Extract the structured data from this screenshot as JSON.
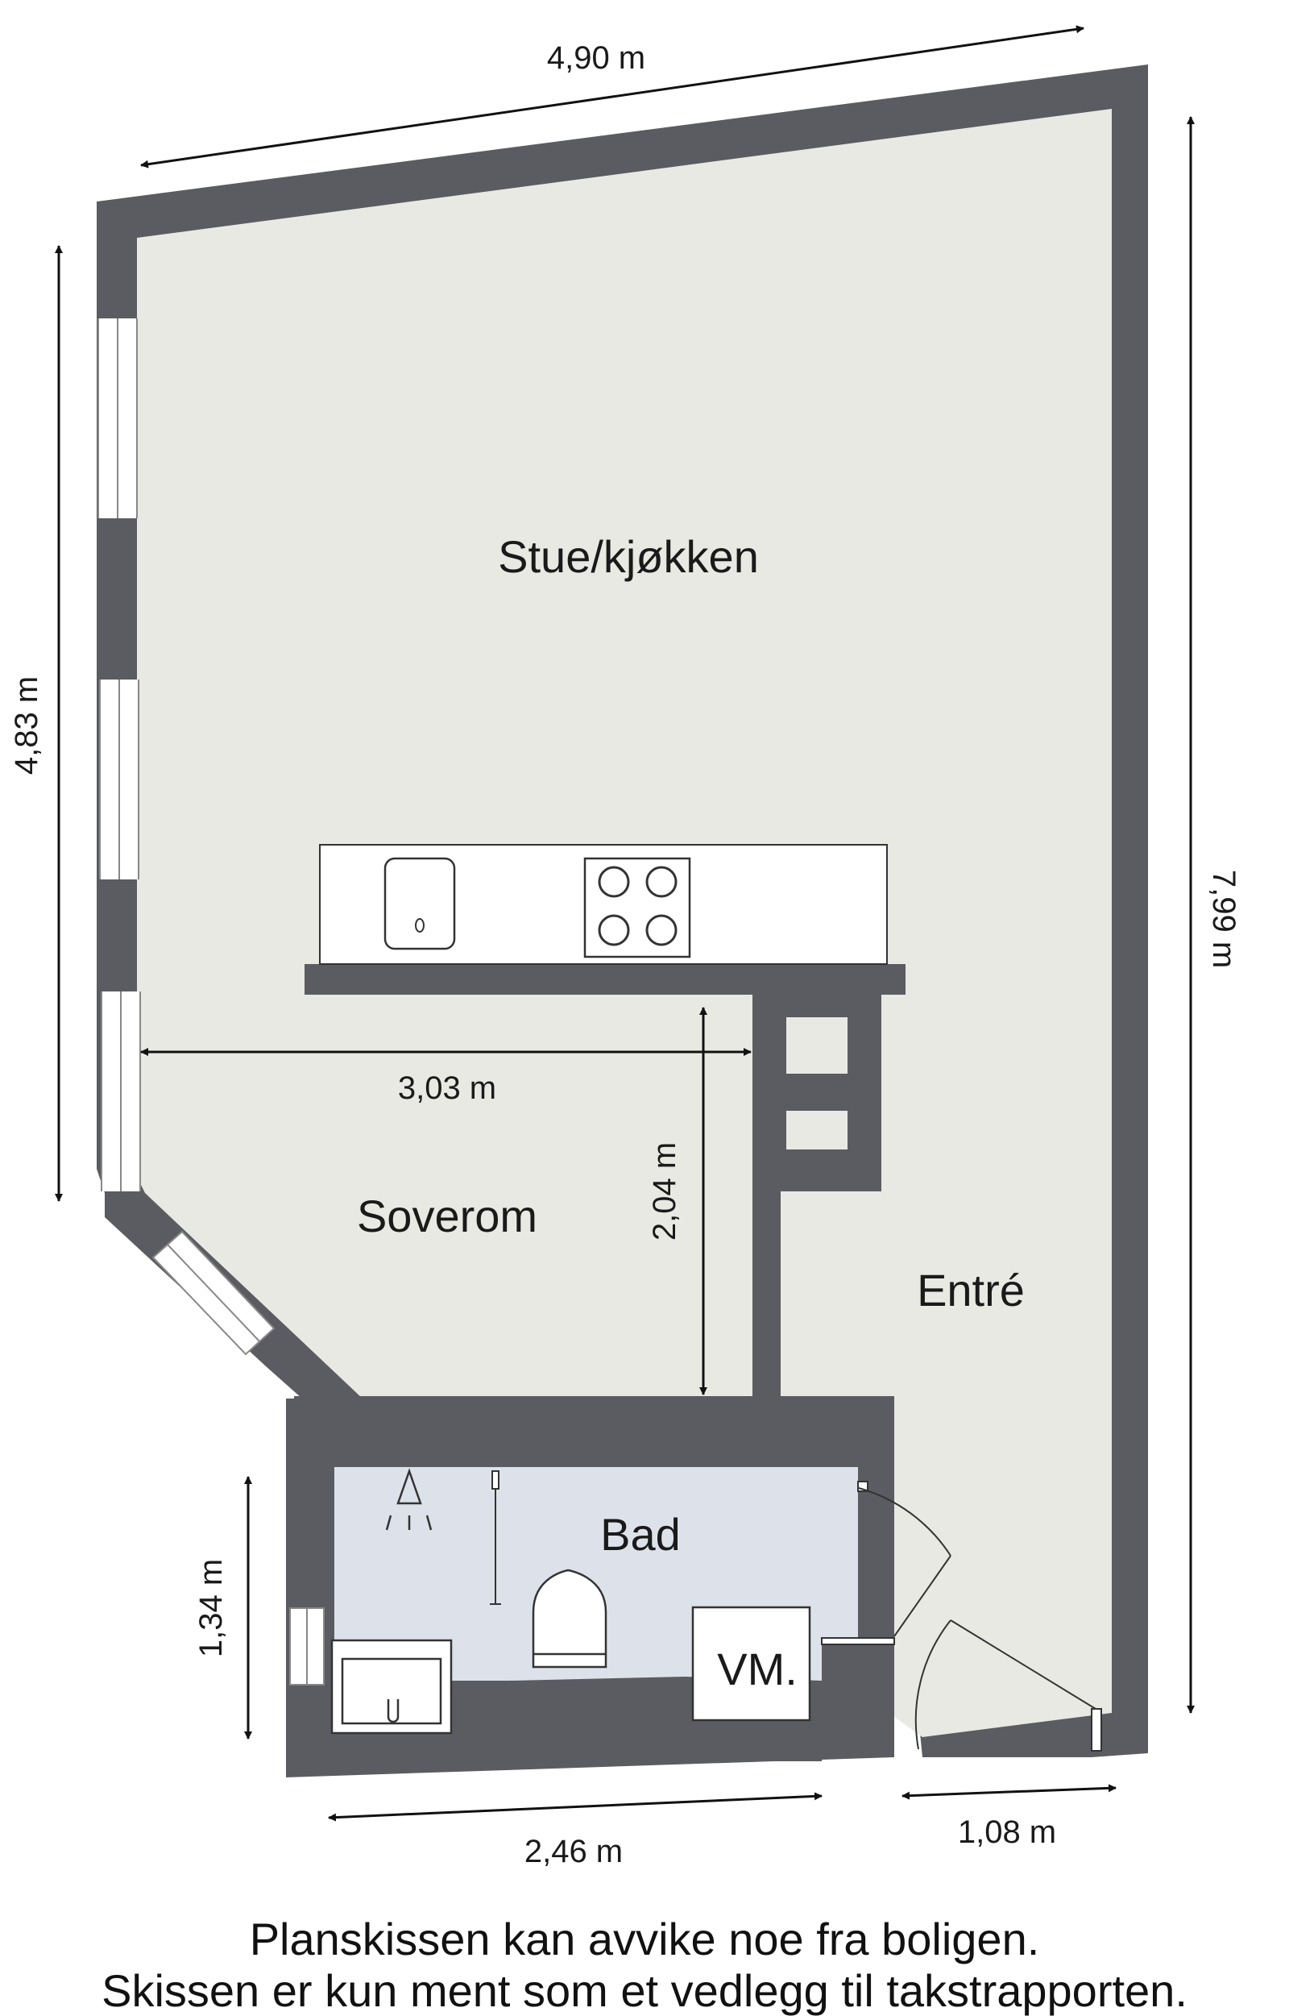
{
  "rooms": {
    "living": "Stue/kjøkken",
    "bedroom": "Soverom",
    "entry": "Entré",
    "bath": "Bad",
    "washer": "VM."
  },
  "dimensions": {
    "top_width": "4,90 m",
    "left_height": "4,83 m",
    "right_height": "7,99 m",
    "bedroom_width": "3,03 m",
    "bedroom_depth": "2,04 m",
    "bath_height": "1,34 m",
    "bath_width": "2,46 m",
    "entry_width": "1,08 m"
  },
  "note": {
    "line1": "Planskissen kan avvike noe fra boligen.",
    "line2": "Skissen er kun ment som et vedlegg til takstrapporten."
  },
  "colors": {
    "wall": "#5a5c61",
    "floor": "#e9e9e4",
    "bath_floor": "#dde2ea"
  }
}
